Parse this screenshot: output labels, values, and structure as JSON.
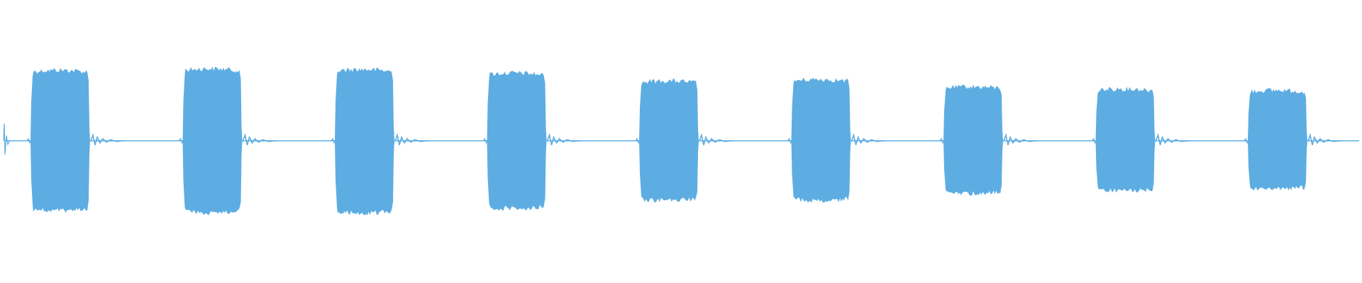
{
  "waveform": {
    "color": "#5dade2",
    "background": "#ffffff",
    "amplitude_scale": 1.0,
    "leading_click": {
      "amplitude": 0.12
    },
    "bursts": [
      {
        "index": 1,
        "peak_amplitude": 0.98,
        "trough_amplitude": 0.97
      },
      {
        "index": 2,
        "peak_amplitude": 1.0,
        "trough_amplitude": 1.0
      },
      {
        "index": 3,
        "peak_amplitude": 0.99,
        "trough_amplitude": 1.0
      },
      {
        "index": 4,
        "peak_amplitude": 0.94,
        "trough_amplitude": 0.94
      },
      {
        "index": 5,
        "peak_amplitude": 0.83,
        "trough_amplitude": 0.83
      },
      {
        "index": 6,
        "peak_amplitude": 0.85,
        "trough_amplitude": 0.83
      },
      {
        "index": 7,
        "peak_amplitude": 0.75,
        "trough_amplitude": 0.73
      },
      {
        "index": 8,
        "peak_amplitude": 0.72,
        "trough_amplitude": 0.69
      },
      {
        "index": 9,
        "peak_amplitude": 0.7,
        "trough_amplitude": 0.67
      }
    ]
  }
}
